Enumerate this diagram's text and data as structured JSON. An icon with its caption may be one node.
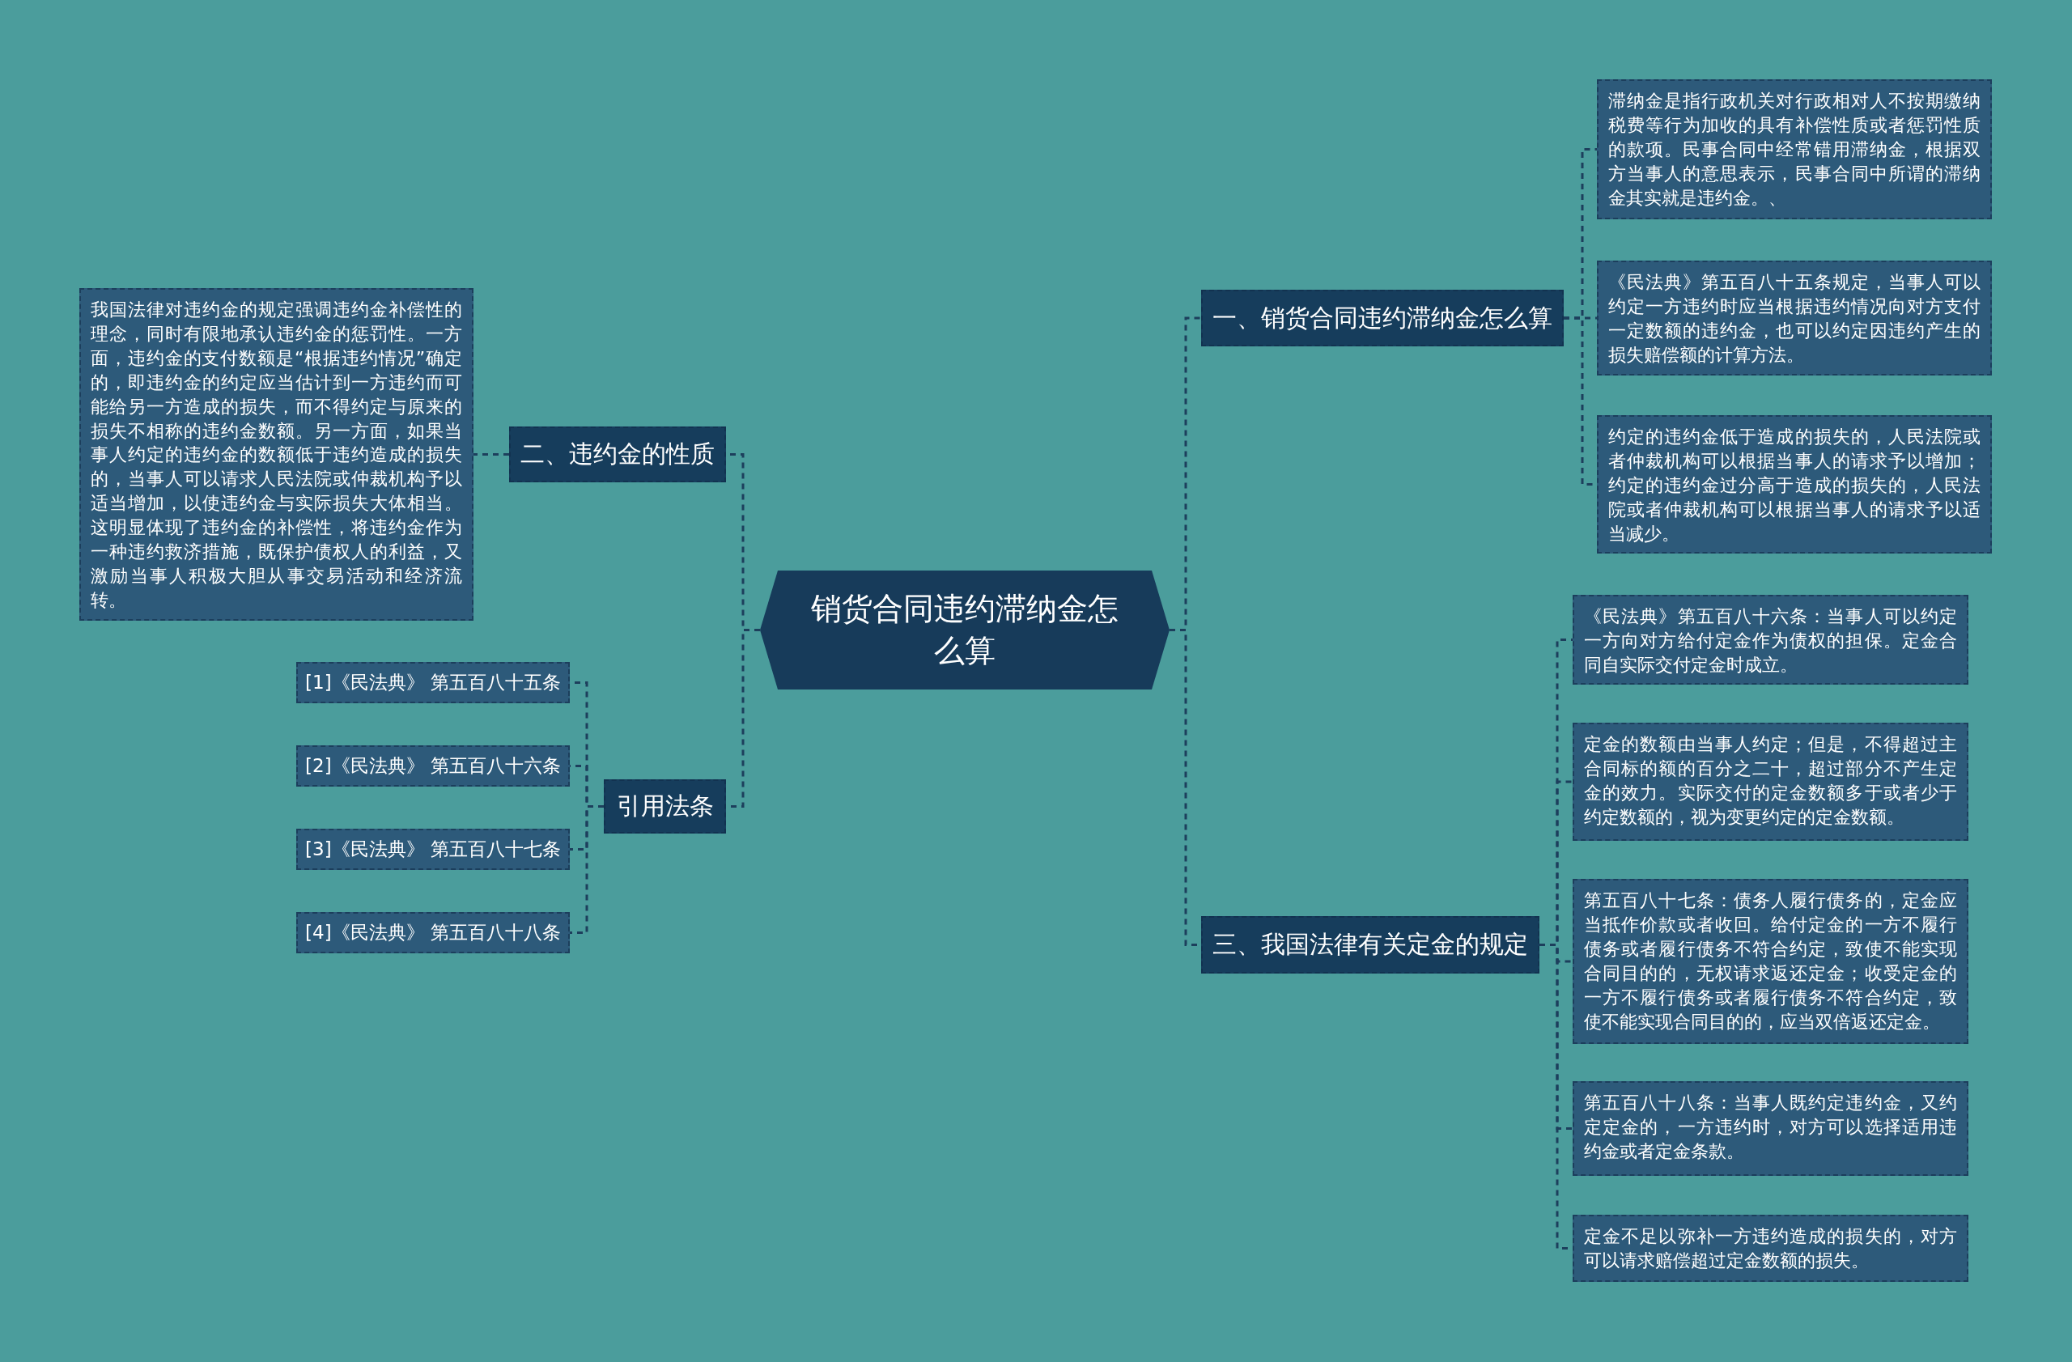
{
  "diagram": {
    "nodes": [
      {
        "text": [
          "销货合同违约滞纳金怎么算"
        ]
      },
      {
        "text": [
          "一、销货合同违约滞纳金怎么算"
        ]
      },
      {
        "text": [
          "滞纳金是指行政机关对行政相对人不按期缴纳税费等行为加收的具有补偿性质或者惩罚性质的款项。民事合同中经常错用滞纳金，根据双方当事人的意思表示，民事合同中所谓的滞纳金其实就是违约金。、"
        ]
      },
      {
        "text": [
          "《民法典》第五百八十五条规定，当事人可以约定一方违约时应当根据违约情况向对方支付一定数额的违约金，也可以约定因违约产生的损失赔偿额的计算方法。"
        ]
      },
      {
        "text": [
          "约定的违约金低于造成的损失的，人民法院或者仲裁机构可以根据当事人的请求予以增加；约定的违约金过分高于造成的损失的，人民法院或者仲裁机构可以根据当事人的请求予以适当减少。"
        ]
      },
      {
        "text": [
          "三、我国法律有关定金的规定"
        ]
      },
      {
        "text": [
          "《民法典》第五百八十六条：当事人可以约定一方向对方给付定金作为债权的担保。定金合同自实际交付定金时成立。"
        ]
      },
      {
        "text": [
          "定金的数额由当事人约定；但是，不得超过主合同标的额的百分之二十，超过部分不产生定金的效力。实际交付的定金数额多于或者少于约定数额的，视为变更约定的定金数额。"
        ]
      },
      {
        "text": [
          "第五百八十七条：债务人履行债务的，定金应当抵作价款或者收回。给付定金的一方不履行债务或者履行债务不符合约定，致使不能实现合同目的的，无权请求返还定金；收受定金的一方不履行债务或者履行债务不符合约定，致使不能实现合同目的的，应当双倍返还定金。"
        ]
      },
      {
        "text": [
          "第五百八十八条：当事人既约定违约金，又约定定金的，一方违约时，对方可以选择适用违约金或者定金条款。"
        ]
      },
      {
        "text": [
          "定金不足以弥补一方违约造成的损失的，对方可以请求赔偿超过定金数额的损失。"
        ]
      },
      {
        "text": [
          "二、违约金的性质"
        ]
      },
      {
        "text": [
          "我国法律对违约金的规定强调违约金补偿性的理念，同时有限地承认违约金的惩罚性。一方面，违约金的支付数额是“根据违约情况”确定的，即违约金的约定应当估计到一方违约而可能给另一方造成的损失，而不得约定与原来的损失不相称的违约金数额。另一方面，如果当事人约定的违约金的数额低于违约造成的损失的，当事人可以请求人民法院或仲裁机构予以适当增加，以使违约金与实际损失大体相当。这明显体现了违约金的补偿性，将违约金作为一种违约救济措施，既保护债权人的利益，又激励当事人积极大胆从事交易活动和经济流转。"
        ]
      },
      {
        "text": [
          "引用法条"
        ]
      },
      {
        "text": [
          "[1]《民法典》 第五百八十五条"
        ]
      },
      {
        "text": [
          "[2]《民法典》 第五百八十六条"
        ]
      },
      {
        "text": [
          "[3]《民法典》 第五百八十七条"
        ]
      },
      {
        "text": [
          "[4]《民法典》 第五百八十八条"
        ]
      }
    ],
    "edges": [
      {
        "from": 0,
        "to": 1,
        "arrow": "none"
      },
      {
        "from": 1,
        "to": 2,
        "arrow": "none"
      },
      {
        "from": 1,
        "to": 3,
        "arrow": "none"
      },
      {
        "from": 1,
        "to": 4,
        "arrow": "none"
      },
      {
        "from": 0,
        "to": 5,
        "arrow": "none"
      },
      {
        "from": 5,
        "to": 6,
        "arrow": "none"
      },
      {
        "from": 5,
        "to": 7,
        "arrow": "none"
      },
      {
        "from": 5,
        "to": 8,
        "arrow": "none"
      },
      {
        "from": 5,
        "to": 9,
        "arrow": "none"
      },
      {
        "from": 5,
        "to": 10,
        "arrow": "none"
      },
      {
        "from": 0,
        "to": 11,
        "arrow": "none"
      },
      {
        "from": 11,
        "to": 12,
        "arrow": "none"
      },
      {
        "from": 0,
        "to": 13,
        "arrow": "none"
      },
      {
        "from": 13,
        "to": 14,
        "arrow": "none"
      },
      {
        "from": 13,
        "to": 15,
        "arrow": "none"
      },
      {
        "from": 13,
        "to": 16,
        "arrow": "none"
      },
      {
        "from": 13,
        "to": 17,
        "arrow": "none"
      }
    ]
  }
}
